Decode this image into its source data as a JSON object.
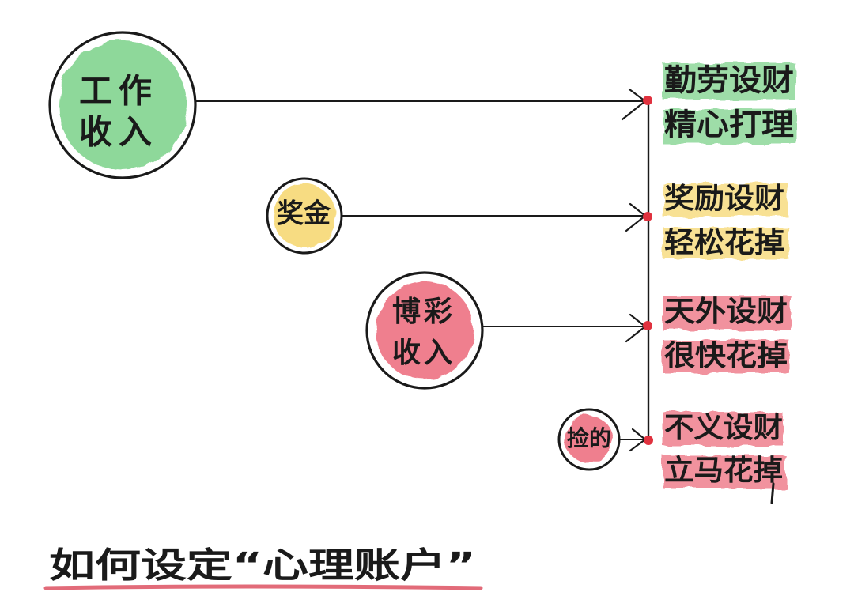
{
  "title": "如何设定“心理账户”",
  "colors": {
    "green": "#8ed89a",
    "yellow": "#f7dc82",
    "red": "#ef7f8e",
    "ink": "#1a1a1a",
    "dot": "#e0313e",
    "underline": "#e26b79"
  },
  "nodes": [
    {
      "id": "work",
      "line1": "工作",
      "line2": "收入",
      "color": "green"
    },
    {
      "id": "bonus",
      "line1": "奖金",
      "line2": "",
      "color": "yellow"
    },
    {
      "id": "gambling",
      "line1": "博彩",
      "line2": "收入",
      "color": "red"
    },
    {
      "id": "found",
      "line1": "捡的",
      "line2": "",
      "color": "red"
    }
  ],
  "results": [
    {
      "line1": "勤劳设财",
      "line2": "精心打理",
      "color": "green"
    },
    {
      "line1": "奖励设财",
      "line2": "轻松花掉",
      "color": "yellow"
    },
    {
      "line1": "天外设财",
      "line2": "很快花掉",
      "color": "red"
    },
    {
      "line1": "不义设财",
      "line2": "立马花掉",
      "color": "red"
    }
  ]
}
